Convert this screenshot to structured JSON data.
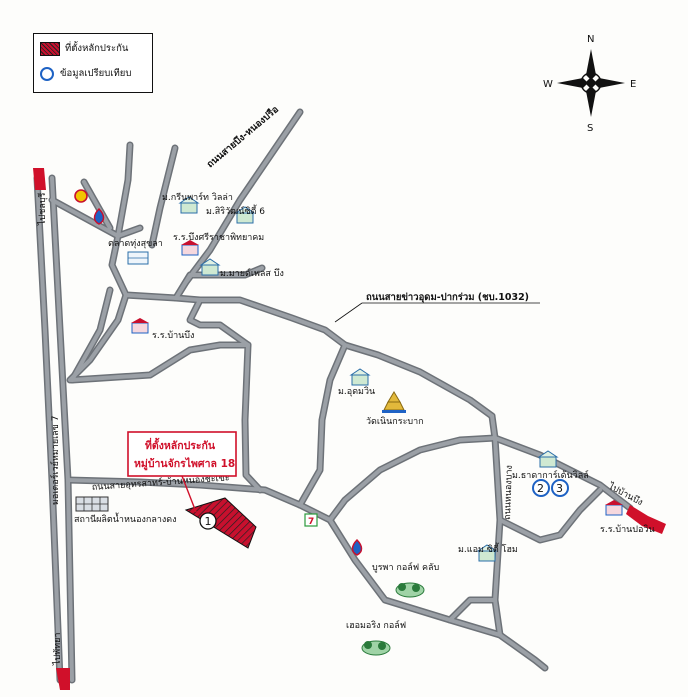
{
  "legend": {
    "site_label": "ที่ตั้งหลักประกัน",
    "comparable_label": "ข้อมูลเปรียบเทียบ"
  },
  "compass": {
    "n": "N",
    "s": "S",
    "e": "E",
    "w": "W"
  },
  "roads": {
    "bueng_nongprue": "ถนนสายบึง-หนองปรือ",
    "khaowkhotom": "ถนนสายข่าวอุดม-ปากร่วม (ชบ.1032)",
    "route7": "มอเตอร์เวย์หมายเลข 7",
    "udom_nongkhamchae": "ถนนสายอุทรสาทร์-บ้านหนองชะเขะ",
    "ban_bueng_right": "ไปบ้านบึง",
    "north_left": "ไปชลบุรี",
    "south_left": "ไปพัทยา",
    "middle_vertical": "ถนนหนองบาง"
  },
  "places": {
    "krin_villa": "ม.กรีนพาร์ท วิลล่า",
    "siri_city6": "ม.สิริวัฒน์ซิตี้ 6",
    "market": "ตลาดทุ่งสุขลา",
    "school_bueng": "ร.ร.บึงศรีราชาพิทยาคม",
    "maxx_plus": "ม.มายด์เพลส บึง",
    "school_banbueng": "ร.ร.บ้านบึง",
    "udom_village": "ม.อุดมวิน",
    "wat": "วัดเนินกระบาก",
    "warehouse": "สถานีผลิตน้ำหนองกลางดง",
    "burapha": "บูรพา กอล์ฟ คลับ",
    "eastern_golf": "เฮอมอริง กอล์ฟ",
    "tharathara": "ม.ธาดาการ์เด้นวิลล์",
    "ban_ban": "ม.แอม ซิตี้ โฮม",
    "school_banpo": "ร.ร.บ้านปอวิน"
  },
  "callout": {
    "line1": "ที่ตั้งหลักประกัน",
    "line2": "หมู่บ้านจักรไพศาล 18"
  },
  "markers": {
    "site": "1",
    "comp_a": "2",
    "comp_b": "3"
  },
  "colors": {
    "road": "#8a8f96",
    "road_edge": "#6d7278",
    "site": "#c8102e",
    "comparable": "#1e62c4",
    "callout": "#d0102a"
  }
}
